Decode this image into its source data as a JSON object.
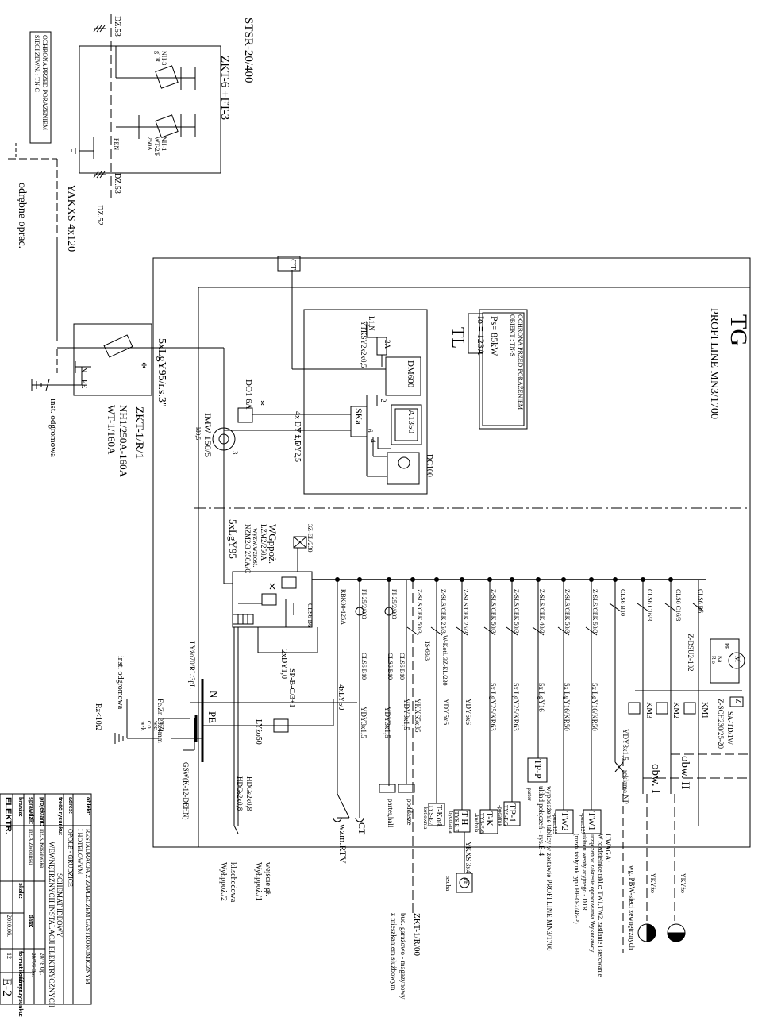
{
  "colors": {
    "line": "#000000",
    "background": "#ffffff"
  },
  "board": {
    "title": "TG",
    "subtitle": "PROFI LINE MN3/1700",
    "protection": "OCHRONA PRZED PORAŻENIEM",
    "protection_sub": "OBIEKT : TN-S",
    "power1": "Ps= 85kW",
    "power2": "Io = 123A"
  },
  "supply": {
    "stsr": "STSR-20/400",
    "zkt6": "ZKT-6 +FT-3",
    "dz53_a": "DZ.53",
    "dz53_b": "DZ.53",
    "dz52": "DZ.52",
    "cable": "YAKXS 4x120",
    "separate": "odrębne oprac.",
    "fuse_left": "NH-3\ngTR",
    "fuse_right": "NH-1\nWT-2/F\n250A",
    "pen": "PEN",
    "prot_box1": "OCHRONA PRZED PORAŻENIEM",
    "prot_box2": "SIECI ZEWN. : TN-C"
  },
  "zkt": {
    "name": "ZKT-1/R/1",
    "line2": "NH1/250A-160A",
    "line3": "WT-1/160A",
    "ground": "inst. odgromowa",
    "n": "N",
    "pe": "PE",
    "star": "*"
  },
  "ct": "CT",
  "tl": {
    "label": "TL",
    "dm": "DM600",
    "a1350": "A1350",
    "dc100": "DC100",
    "ska": "SKa",
    "ytksy": "YTKSY2x2x0,5",
    "fuse2a": "2A",
    "l1n": "L1,N",
    "dy15": "4x DY 1,5",
    "dy25": "7 x DY2,5",
    "do1": "DO1 6A",
    "imw": "IMW 150/5",
    "kl": "kl0,5",
    "n2": "2",
    "n4": "4",
    "n6": "6",
    "n3": "3",
    "star": "*"
  },
  "cables": {
    "main": "5xLgY95/r.s.3\"",
    "lgy95": "5xLgY95",
    "dy10": "2xDY1,0",
    "ly50": "4xLY50",
    "lyzo50": "LYżo50",
    "lyzo70": "LYżo70/RLt3pL"
  },
  "switch": {
    "name": "WGppoż.",
    "l1": "LZM2/250A",
    "l2": "+wyzw.wzrost.",
    "l3": "NZM2/3 250A/C",
    "sp": "SP-B-C/3+1",
    "rbk": "RBK00-125A",
    "ez": "3Z-EL/230",
    "cls6b6": "CLS6 B6"
  },
  "ground": {
    "inst": "inst. odgromowa",
    "fezn": "Fe/Zn 25x4mm",
    "rz": "Rz<10Ω",
    "gsw": "GSW(K-12-DEHN)",
    "wz": "w.z.",
    "wc": "w.c.",
    "co": "c.o.",
    "wk": "w-k",
    "n": "N",
    "pe": "PE"
  },
  "circuits": {
    "b1": "CLS6 B6",
    "b2": "CLS6 C16/3",
    "b3": "CLS6 C16/3",
    "b4": "CLS6 B10",
    "zdsu": "Z-DSU2-102",
    "m": "M",
    "pe": "PE",
    "ka": "Ka",
    "ro": "R o",
    "z": "Z",
    "sa": "SA-TD/1W",
    "zsch": "Z-SCH230/25-20",
    "km1": "KM1",
    "km2": "KM2",
    "km3": "KM3",
    "ydy": "YDY3x1,5",
    "reklama": "reklama,NP",
    "obw1": "obw. I",
    "obw2": "obw. II",
    "ykyo1": "YKYżo",
    "ykyo2": "YKYżo",
    "pbw": "wg. PBW-sieci zewnętrznych"
  },
  "feeders": [
    {
      "brk": "Z-SLS/CEK 50/3",
      "cab": "5x LgY16/KR50",
      "dest": "TW1"
    },
    {
      "brk": "Z-SLS/CEK 50/3",
      "cab": "5x LgY16/KR50",
      "dest": "TW2"
    },
    {
      "brk": "Z-SLS/CEK 40/3",
      "cab": "5x LgY16",
      "dest": "TP-P"
    },
    {
      "brk": "Z-SLS/CEK 50/3",
      "cab": "5x LgY25/KR63",
      "dest": "TP-1"
    },
    {
      "brk": "Z-SLS/CEK 50/3",
      "cab": "5x LgY25/KR63",
      "dest": "T-K"
    },
    {
      "brk": "Z-SLS/CEK 25/3",
      "cab": "YDY5x6",
      "dest": "T-H"
    },
    {
      "brk": "Z-SLS/CEK 25/3",
      "cab": "YDY5x6",
      "dest": "T-Kotł."
    },
    {
      "brk": "Z-SLS/CEK 50/3",
      "cab": "YKXS5x35",
      "dest": ""
    }
  ],
  "feeder_notes": {
    "tw1_sub": "-pom.127",
    "tw2_sub": "-pom.129",
    "tp1_sub": "TYS-E-5\n-podatnik",
    "tk_sub": "TYS-E-6\n-kuchnia",
    "th_sub": "TYS-E-7\nbydotania",
    "tkotl_sub": "TYS-E-7\n-kotłownia",
    "tpp_sub": "-parter",
    "uwaga1": "UWAGA:",
    "uwaga2": "W rozdzielnice tablic: TW1,TW2, zasilanie i sterowanie",
    "uwaga3": "urządzeń w zakresie opracowania Wykonawcy",
    "uwaga4": "układu wentylacyjnego - DTR",
    "uwaga5": "(rozdz.tablyunk.typu BF-O-2/48-P)",
    "tpp_note1": "wyposażenie tablicy w zestawie PROFI LINE MN3/1700",
    "tpp_note2": "układ połączeń - rys.E-4",
    "wkot": "W-Kotł. 3Z-EL/230",
    "is63": "IS-63/3",
    "ykxs4": "YKXS 3x4",
    "szuba": "szuba",
    "pe_a": "PE",
    "zkt1r": "ZKT-1/R/00",
    "zkt1r_2": "bud. garażowo - magazynowy",
    "zkt1r_3": "z mieszkaniem służbowym"
  },
  "lower": {
    "fi1": "FI-25/2/003",
    "fi2": "FI-25/2/003",
    "cl10a": "CLS6 B10",
    "cl10b": "CLS6 B10",
    "cl10c": "CLS6 B10",
    "ydy1": "YDY3x1,5",
    "ydy2": "YDY3x1,5",
    "ydy3": "YDY3x1,5",
    "ct": "CT",
    "gn": "wzm.RTV",
    "podd": "poddasze",
    "parter": "parter,hall",
    "hdg1": "HDGs2x0,8",
    "hdg2": "HDGs2x0,8",
    "wej1": "wejście gł.",
    "wej2": "Wył.ppoż./1",
    "klat1": "kl.schodowa",
    "klat2": "Wył.ppoż./2"
  },
  "title_block": {
    "obiekt_l": "obiekt:",
    "obiekt_1": "RESTAURACJA Z ZAPLECZEM GASTRONOMICZNYM",
    "obiekt_2": "I HOTELOWYM",
    "adres_l": "adres:",
    "adres": "OPOLE - GRUDZICE",
    "tresc_l": "treść rysunku:",
    "tresc_1": "SCHEMAT IDEOWY",
    "tresc_2": "WEWNĘTRZNYCH INSTALACJI ELEKTRYCZNYCH",
    "proj_l": "projektant:",
    "proj": "inż.K.Koszewska",
    "spr_l": "sprawdził:",
    "spr": "inż.A.Zwolinski",
    "branza_l": "branża:",
    "branza": "ELEKTR.",
    "skala_l": "skala:",
    "data_l": "data:",
    "data": "2010.06.",
    "format_l": "format ilość rys.",
    "format": "12",
    "nr1": "20/78 Op.",
    "nr2": "20/7/6 Op.",
    "nrrys_l": "numer rysunku:",
    "nrrys": "E-2"
  }
}
